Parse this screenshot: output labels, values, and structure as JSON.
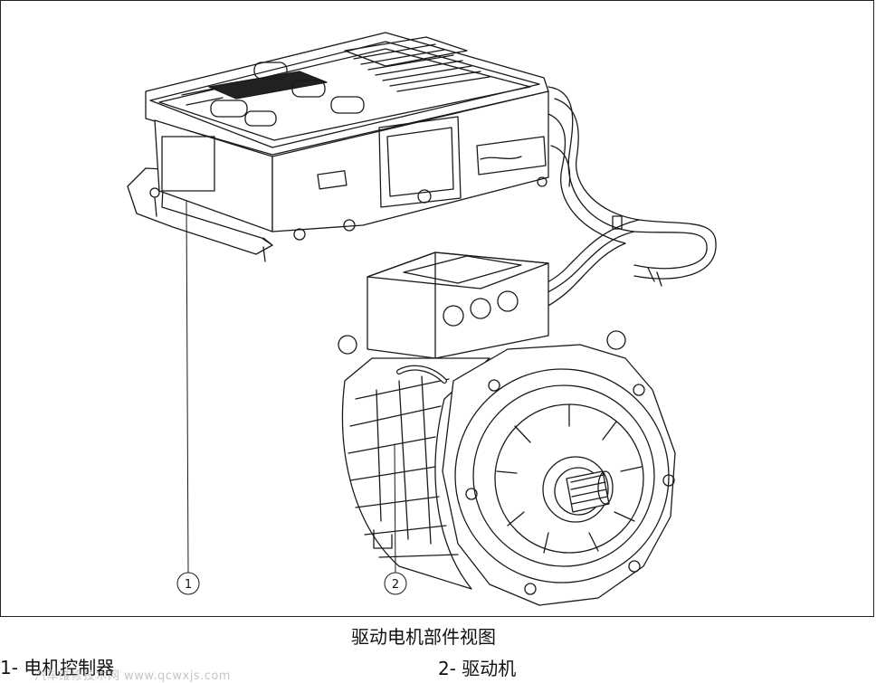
{
  "figure": {
    "title": "驱动电机部件视图",
    "callouts": [
      {
        "number": "1",
        "label": "1- 电机控制器"
      },
      {
        "number": "2",
        "label": "2- 驱动机"
      }
    ],
    "watermark": "汽车维修技术网 www.qcwxjs.com"
  }
}
